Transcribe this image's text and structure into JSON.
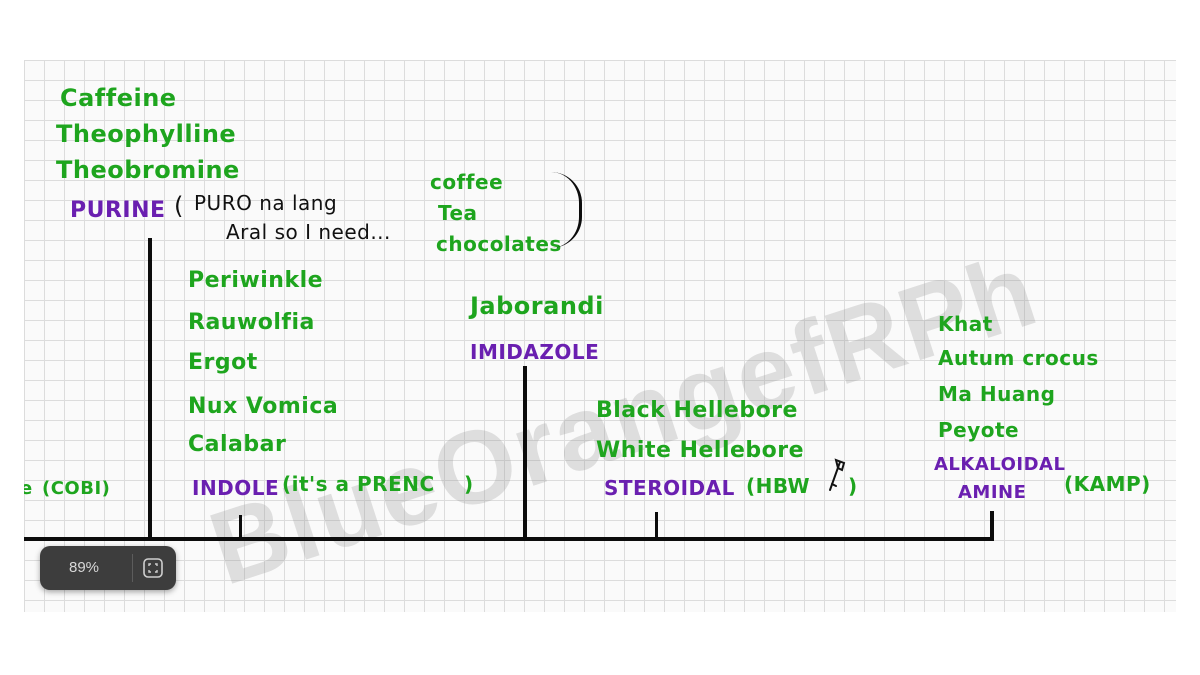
{
  "zoom": {
    "value": "89%"
  },
  "watermark": "BlueOrangefRPh",
  "purine": {
    "examples": [
      "Caffeine",
      "Theophylline",
      "Theobromine"
    ],
    "label": "PURINE",
    "mnemonic_open": "(",
    "mnemonic_line1": "PURO na lang",
    "mnemonic_line2": "Aral so I need...",
    "sources": [
      "coffee",
      "Tea",
      "chocolates"
    ]
  },
  "indole": {
    "examples": [
      "Periwinkle",
      "Rauwolfia",
      "Ergot",
      "Nux Vomica",
      "Calabar"
    ],
    "label": "INDOLE",
    "note": "(it's a PRENC",
    "note_close": ")"
  },
  "imidazole": {
    "example": "Jaborandi",
    "label": "IMIDAZOLE"
  },
  "steroidal": {
    "examples": [
      "Black Hellebore",
      "White Hellebore"
    ],
    "label": "STEROIDAL",
    "note": "(HBW",
    "note_close": ")"
  },
  "alkaloidal_amine": {
    "examples": [
      "Khat",
      "Autum crocus",
      "Ma Huang",
      "Peyote"
    ],
    "label_line1": "ALKALOIDAL",
    "label_line2": "AMINE",
    "note": "(KAMP)"
  },
  "left_cutoff": {
    "label": "(COBI)"
  },
  "colors": {
    "green": "#1ea51e",
    "purple": "#6a1fb0",
    "line": "#0c0c0c"
  },
  "icons": {
    "zoom_button": "fit-screen-icon",
    "note_icon": "hand-pointer-icon"
  }
}
